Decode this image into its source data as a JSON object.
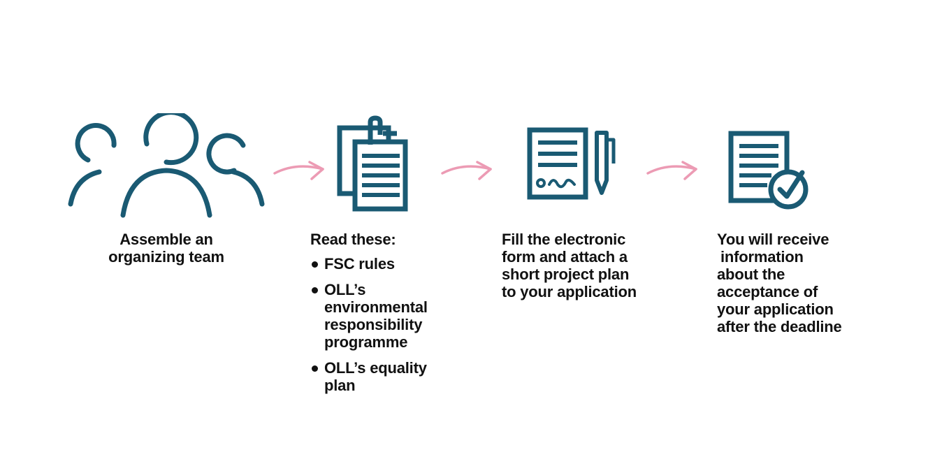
{
  "colors": {
    "icon": "#1a5a73",
    "arrow": "#ec9bb4",
    "text": "#111111"
  },
  "steps": [
    {
      "icon": "people-group-icon",
      "lines": [
        "Assemble an",
        "organizing team"
      ]
    },
    {
      "icon": "clipped-documents-icon",
      "heading": "Read these:",
      "bullets": [
        "FSC rules",
        "OLL’s environmental responsibility programme",
        "OLL’s equality plan"
      ]
    },
    {
      "icon": "form-and-pen-icon",
      "lines": [
        "Fill the electronic",
        "form and attach a",
        "short project plan",
        "to your application"
      ]
    },
    {
      "icon": "document-checkmark-icon",
      "lines": [
        "You will receive",
        "information",
        "about the",
        "acceptance of",
        "your application",
        "after the deadline"
      ]
    }
  ]
}
